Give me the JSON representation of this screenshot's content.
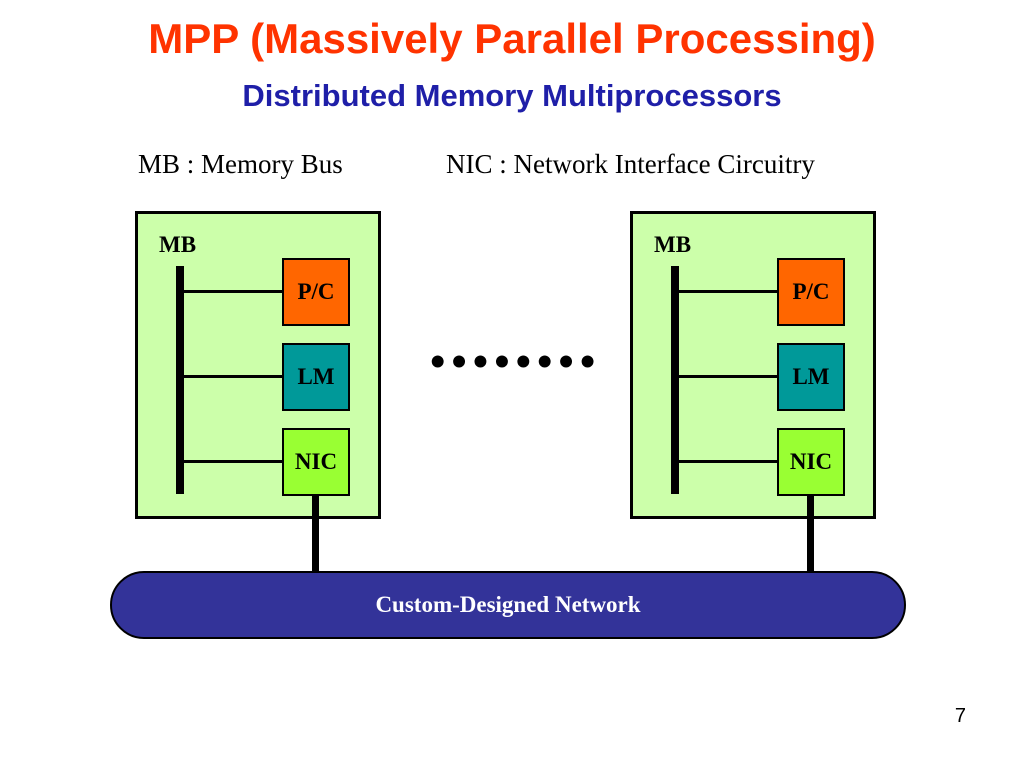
{
  "title": "MPP (Massively Parallel Processing)",
  "subtitle": "Distributed Memory Multiprocessors",
  "legend": {
    "mb": "MB : Memory Bus",
    "nic": "NIC : Network Interface Circuitry"
  },
  "nodes": [
    {
      "bus_label": "MB",
      "processor": "P/C",
      "memory": "LM",
      "interface": "NIC"
    },
    {
      "bus_label": "MB",
      "processor": "P/C",
      "memory": "LM",
      "interface": "NIC"
    }
  ],
  "ellipsis": "••••••••",
  "network": {
    "label": "Custom-Designed Network"
  },
  "page_number": "7",
  "colors": {
    "title": "#ff3300",
    "subtitle": "#1f1fa8",
    "node_background": "#ccffaa",
    "processor": "#ff6600",
    "memory": "#009999",
    "interface": "#99ff33",
    "network": "#333399"
  }
}
